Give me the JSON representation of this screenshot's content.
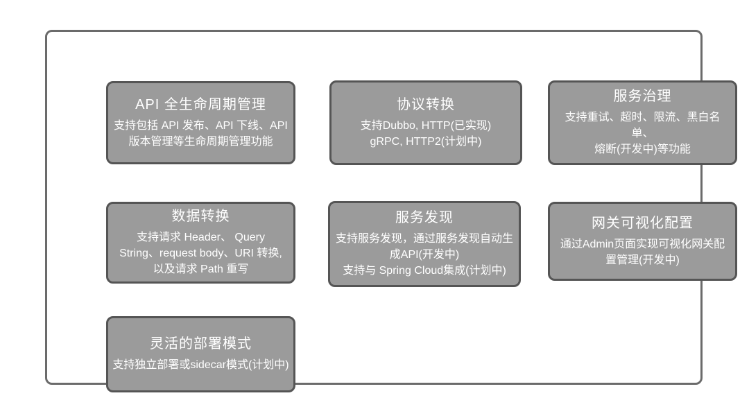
{
  "colors": {
    "page-bg": "#ffffff",
    "frame-border": "#6b6b6b",
    "box-fill": "#9b9b9b",
    "box-border": "#555555",
    "text-color": "#ffffff"
  },
  "boxes": [
    {
      "id": "api-lifecycle",
      "title": "API 全生命周期管理",
      "body": "支持包括 API 发布、API 下线、API\n版本管理等生命周期管理功能"
    },
    {
      "id": "protocol-conversion",
      "title": "协议转换",
      "body": "支持Dubbo, HTTP(已实现)\ngRPC, HTTP2(计划中)"
    },
    {
      "id": "service-governance",
      "title": "服务治理",
      "body": "支持重试、超时、限流、黑白名单、\n熔断(开发中)等功能"
    },
    {
      "id": "data-transformation",
      "title": "数据转换",
      "body": "支持请求 Header、 Query\nString、request body、URI 转换,\n以及请求 Path 重写"
    },
    {
      "id": "service-discovery",
      "title": "服务发现",
      "body": "支持服务发现，通过服务发现自动生\n成API(开发中)\n支持与 Spring Cloud集成(计划中)"
    },
    {
      "id": "gateway-visual-config",
      "title": "网关可视化配置",
      "body": "通过Admin页面实现可视化网关配\n置管理(开发中)"
    },
    {
      "id": "flexible-deployment",
      "title": "灵活的部署模式",
      "body": "支持独立部署或sidecar模式(计划中)"
    }
  ]
}
